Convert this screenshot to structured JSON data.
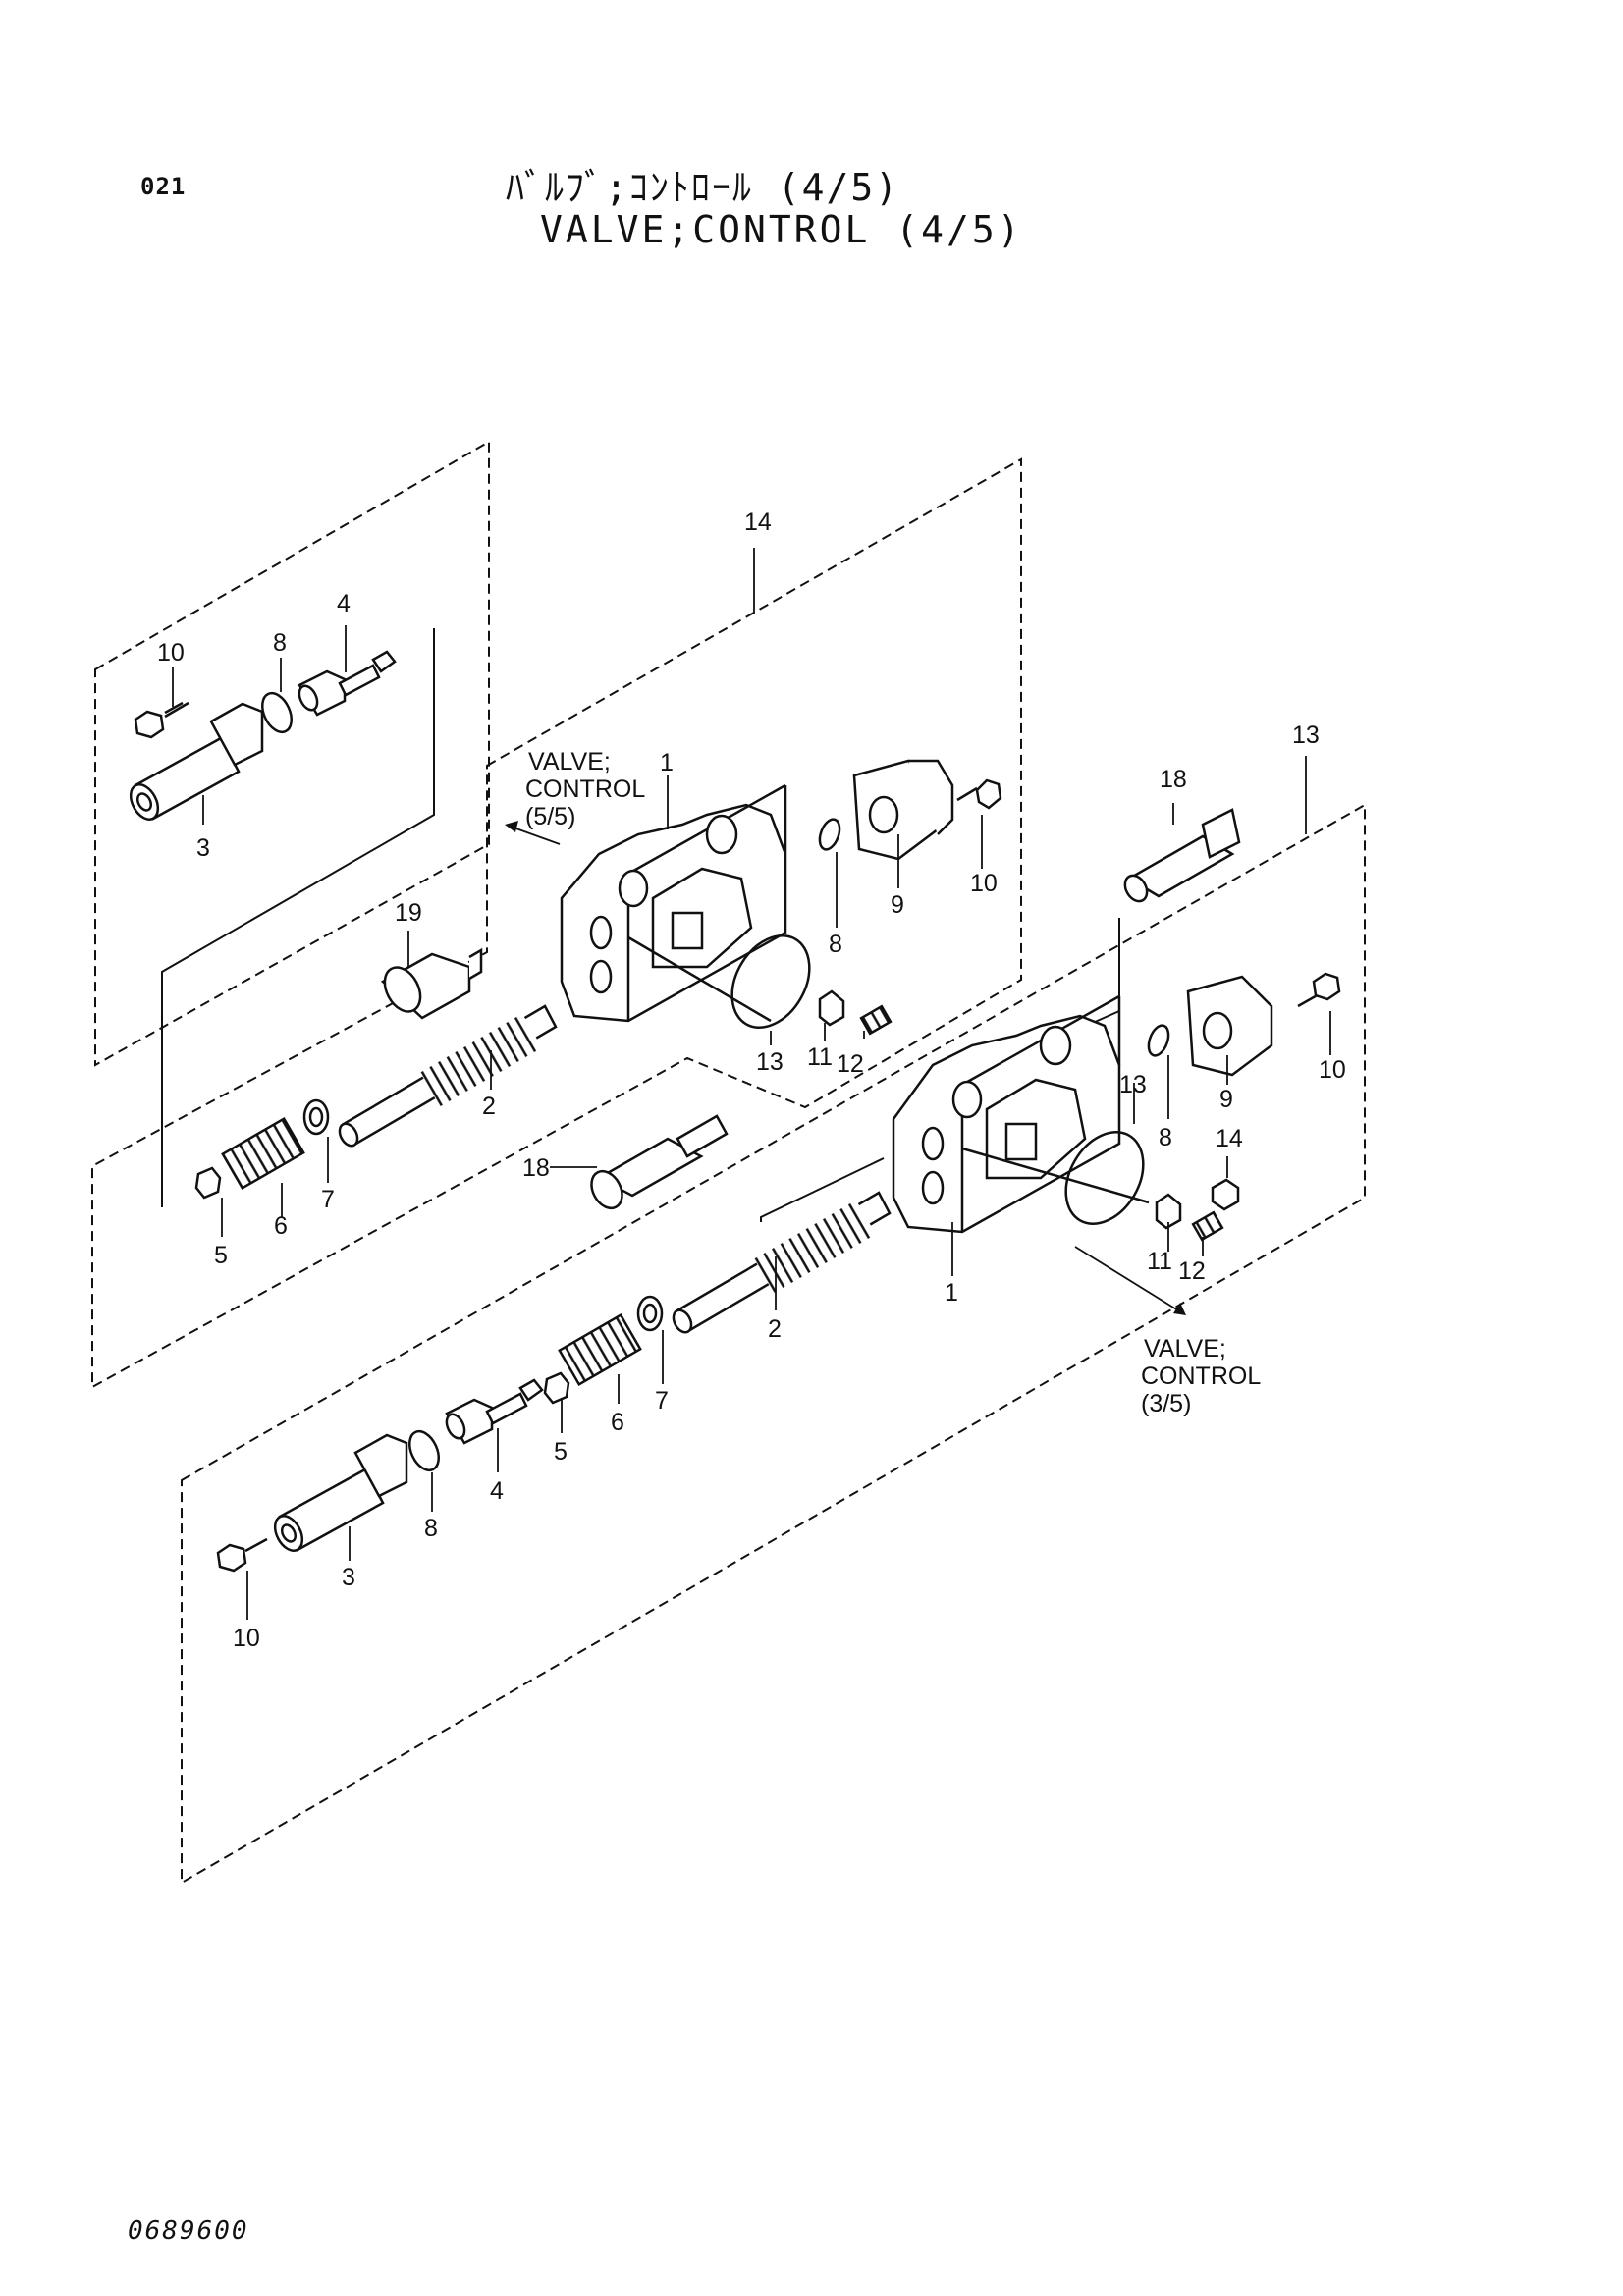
{
  "header": {
    "page_code": "021",
    "title_jp": "ﾊﾞﾙﾌﾞ;ｺﾝﾄﾛｰﾙ (4/5)",
    "title_en": "VALVE;CONTROL (4/5)"
  },
  "footer": {
    "drawing_number": "0689600"
  },
  "callouts": {
    "upper": {
      "c14": "14",
      "c4": "4",
      "c10a": "10",
      "c8a": "8",
      "c3": "3",
      "c1": "1",
      "c19": "19",
      "c2": "2",
      "c7": "7",
      "c6": "6",
      "c5": "5",
      "c8b": "8",
      "c9": "9",
      "c10b": "10",
      "c13": "13",
      "c11": "11",
      "c12": "12"
    },
    "lower": {
      "c13a": "13",
      "c18a": "18",
      "c18b": "18",
      "c10": "10",
      "c9": "9",
      "c8a": "8",
      "c13b": "13",
      "c14": "14",
      "c11": "11",
      "c12": "12",
      "c1": "1",
      "c2": "2",
      "c7": "7",
      "c6": "6",
      "c5": "5",
      "c4": "4",
      "c8b": "8",
      "c3": "3",
      "c10b": "10"
    }
  },
  "references": {
    "upper_ref": [
      "VALVE;",
      "CONTROL",
      "(5/5)"
    ],
    "lower_ref": [
      "VALVE;",
      "CONTROL",
      "(3/5)"
    ]
  }
}
